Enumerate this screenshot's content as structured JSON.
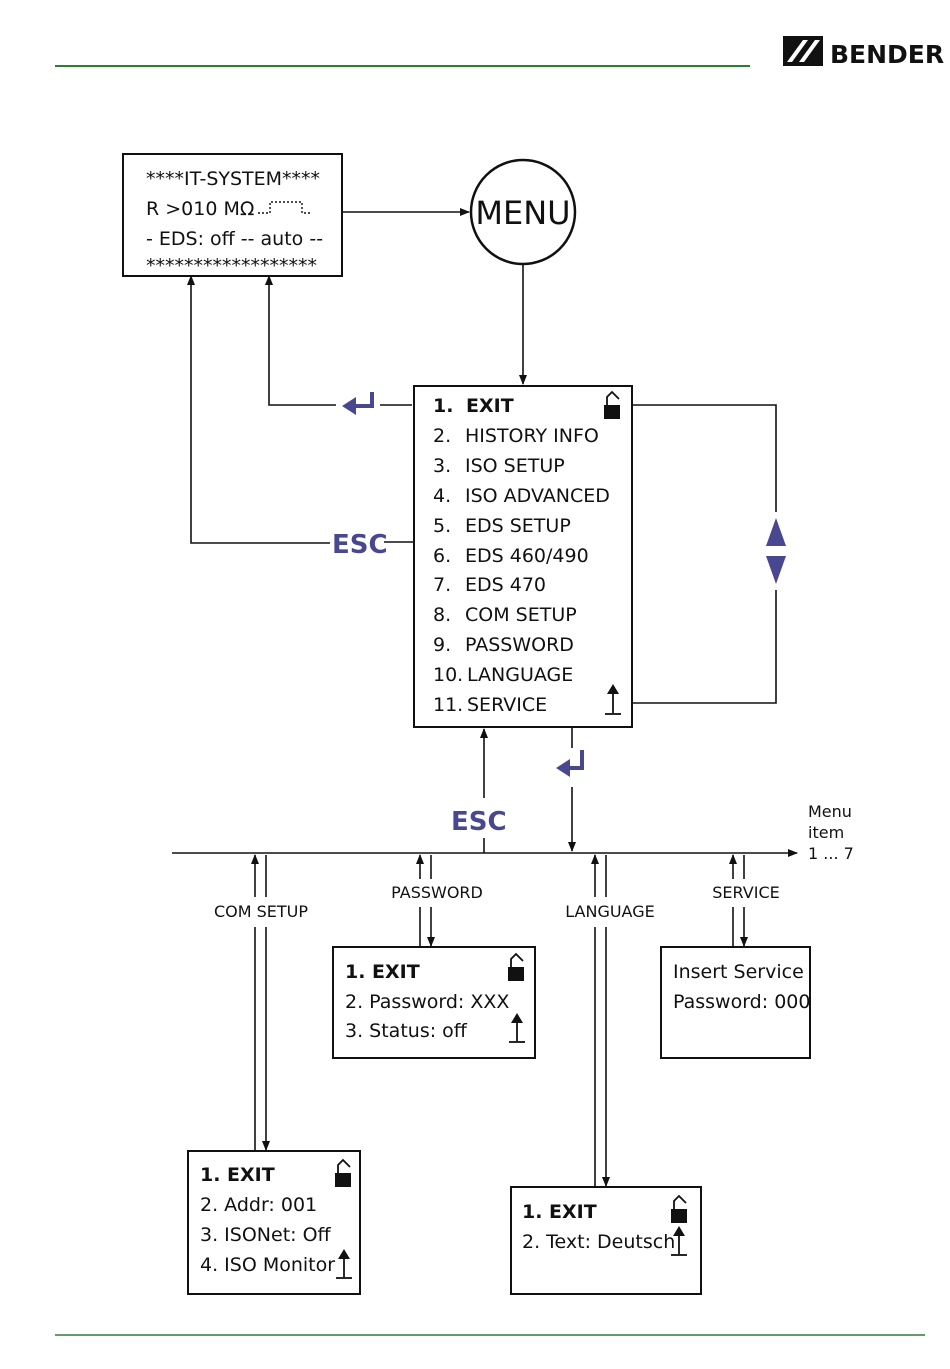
{
  "header": {
    "brand": "BENDER",
    "accent_color": "#2e7d32"
  },
  "status_screen": {
    "lines": [
      "****IT-SYSTEM****",
      "R >010 MΩ",
      "- EDS: off -- auto --",
      "******************"
    ]
  },
  "menu_button": "MENU",
  "main_menu": {
    "items": [
      {
        "num": "1.",
        "label": "EXIT"
      },
      {
        "num": "2.",
        "label": "HISTORY INFO"
      },
      {
        "num": "3.",
        "label": "ISO SETUP"
      },
      {
        "num": "4.",
        "label": "ISO ADVANCED"
      },
      {
        "num": "5.",
        "label": "EDS SETUP"
      },
      {
        "num": "6.",
        "label": "EDS 460/490"
      },
      {
        "num": "7.",
        "label": "EDS 470"
      },
      {
        "num": "8.",
        "label": "COM SETUP"
      },
      {
        "num": "9.",
        "label": "PASSWORD"
      },
      {
        "num": "10.",
        "label": "LANGUAGE"
      },
      {
        "num": "11.",
        "label": "SERVICE"
      }
    ]
  },
  "esc_label": "ESC",
  "menu_item_note": [
    "Menu",
    "item",
    "1 ... 7"
  ],
  "branch_labels": {
    "com_setup": "COM SETUP",
    "password": "PASSWORD",
    "language": "LANGUAGE",
    "service": "SERVICE"
  },
  "password_menu": {
    "items": [
      "1. EXIT",
      "2. Password:  XXX",
      "3. Status:  off"
    ]
  },
  "service_box": {
    "lines": [
      "Insert Service",
      "Password: 000"
    ]
  },
  "com_setup_menu": {
    "items": [
      "1. EXIT",
      "2. Addr: 001",
      "3. ISONet: Off",
      "4. ISO Monitor"
    ]
  },
  "language_menu": {
    "items": [
      "1. EXIT",
      "2. Text: Deutsch"
    ]
  },
  "colors": {
    "accent_purple": "#4a4791",
    "rule_green": "#2e7d32"
  }
}
